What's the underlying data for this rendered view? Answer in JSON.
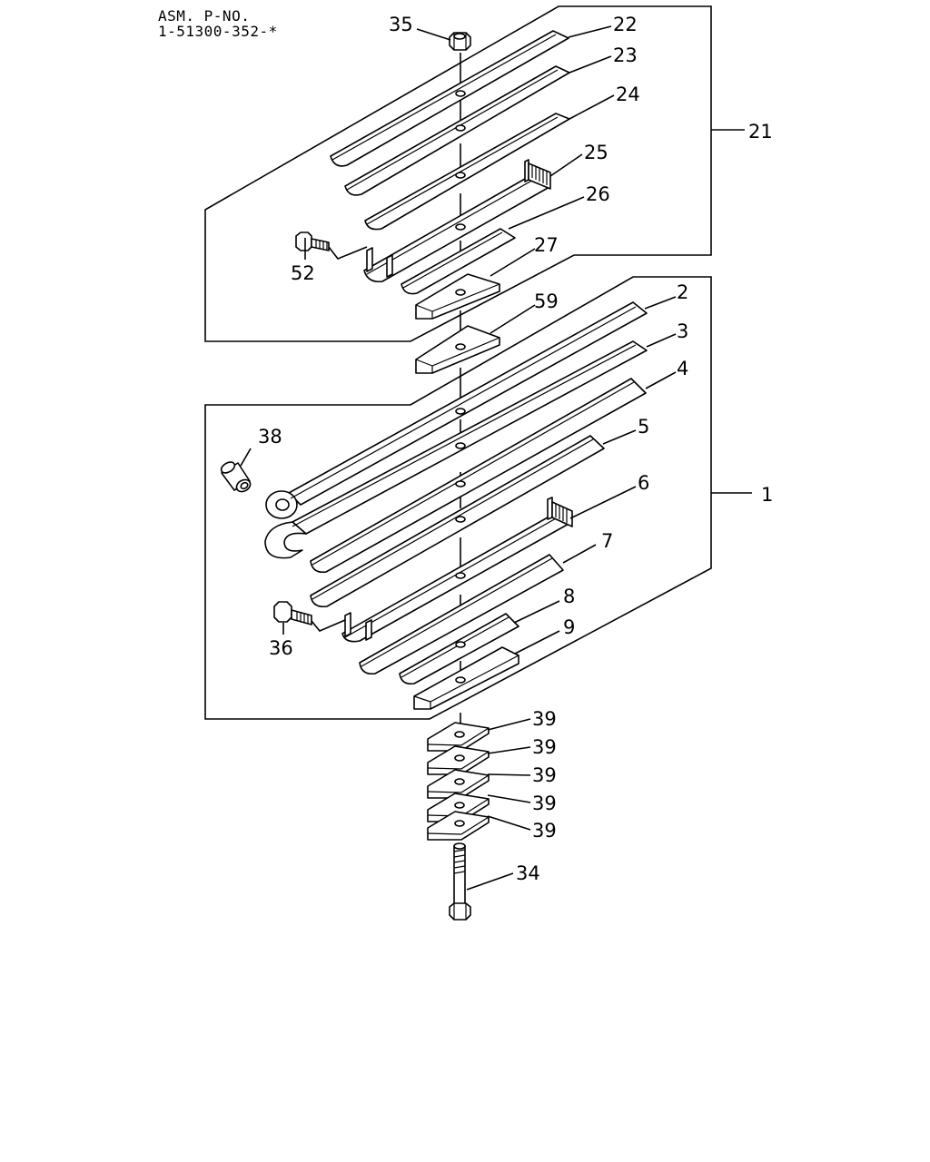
{
  "header": {
    "asm_label": "ASM. P-NO.",
    "asm_number": "1-51300-352-*"
  },
  "callouts": {
    "c35": "35",
    "c22": "22",
    "c23": "23",
    "c24": "24",
    "c25": "25",
    "c26": "26",
    "c27": "27",
    "c52": "52",
    "c21": "21",
    "c59": "59",
    "c2": "2",
    "c3": "3",
    "c4": "4",
    "c5": "5",
    "c6": "6",
    "c7": "7",
    "c8": "8",
    "c9": "9",
    "c38": "38",
    "c36": "36",
    "c1": "1",
    "c39a": "39",
    "c39b": "39",
    "c39c": "39",
    "c39d": "39",
    "c39e": "39",
    "c34": "34"
  }
}
